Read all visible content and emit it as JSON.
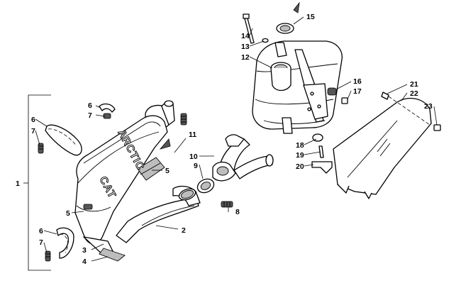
{
  "callouts": [
    {
      "text": "1"
    },
    {
      "text": "2"
    },
    {
      "text": "3"
    },
    {
      "text": "4"
    },
    {
      "text": "5"
    },
    {
      "text": "5"
    },
    {
      "text": "6"
    },
    {
      "text": "7"
    },
    {
      "text": "6"
    },
    {
      "text": "7"
    },
    {
      "text": "6"
    },
    {
      "text": "7"
    },
    {
      "text": "8"
    },
    {
      "text": "9"
    },
    {
      "text": "10"
    },
    {
      "text": "11"
    },
    {
      "text": "12"
    },
    {
      "text": "13"
    },
    {
      "text": "14"
    },
    {
      "text": "15"
    },
    {
      "text": "16"
    },
    {
      "text": "17"
    },
    {
      "text": "18"
    },
    {
      "text": "19"
    },
    {
      "text": "20"
    },
    {
      "text": "21"
    },
    {
      "text": "22"
    },
    {
      "text": "23"
    }
  ],
  "muffler": {
    "brand_top": "ARCTIC",
    "brand_bottom": "CAT"
  }
}
